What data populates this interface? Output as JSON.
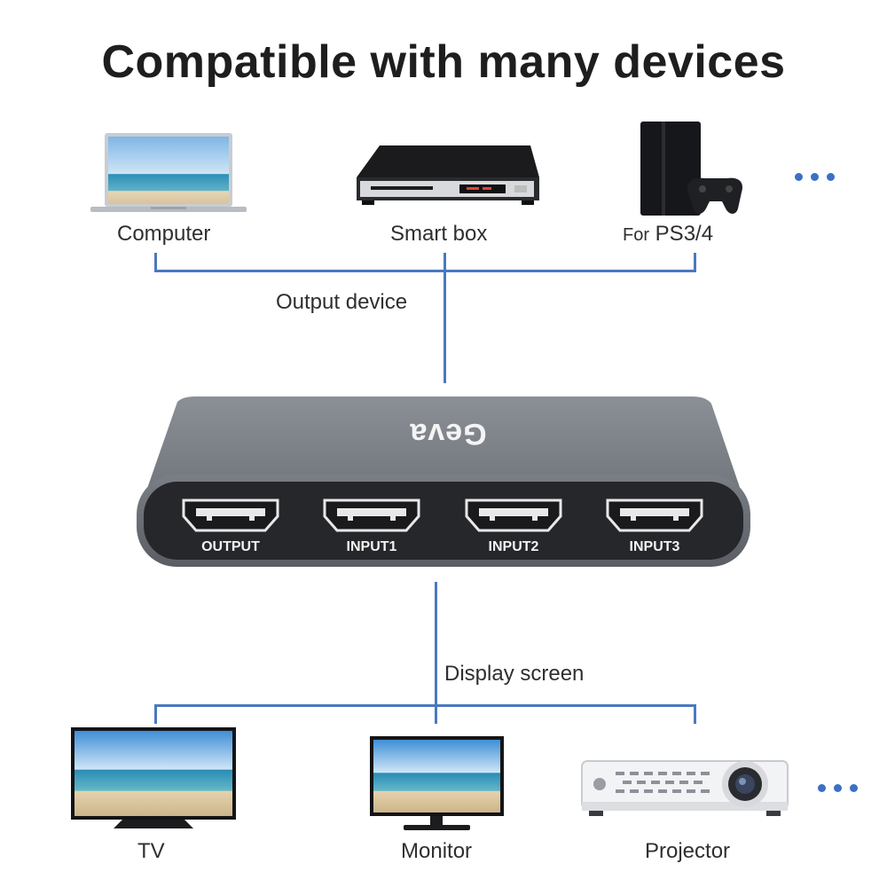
{
  "title": "Compatible with many devices",
  "sources": {
    "group_label": "Output device",
    "devices": [
      {
        "label": "Computer",
        "icon": "laptop-icon"
      },
      {
        "label": "Smart box",
        "icon": "dvd-player-icon"
      },
      {
        "label_prefix": "For",
        "label": "PS3/4",
        "icon": "game-console-icon"
      }
    ]
  },
  "switch": {
    "brand": "Geva",
    "color": "#6b6f76",
    "ports": [
      "OUTPUT",
      "INPUT1",
      "INPUT2",
      "INPUT3"
    ]
  },
  "displays": {
    "group_label": "Display screen",
    "devices": [
      {
        "label": "TV",
        "icon": "tv-icon"
      },
      {
        "label": "Monitor",
        "icon": "monitor-icon"
      },
      {
        "label": "Projector",
        "icon": "projector-icon"
      }
    ]
  },
  "colors": {
    "connector": "#4a78c0",
    "ellipsis": "#3b70c6"
  }
}
